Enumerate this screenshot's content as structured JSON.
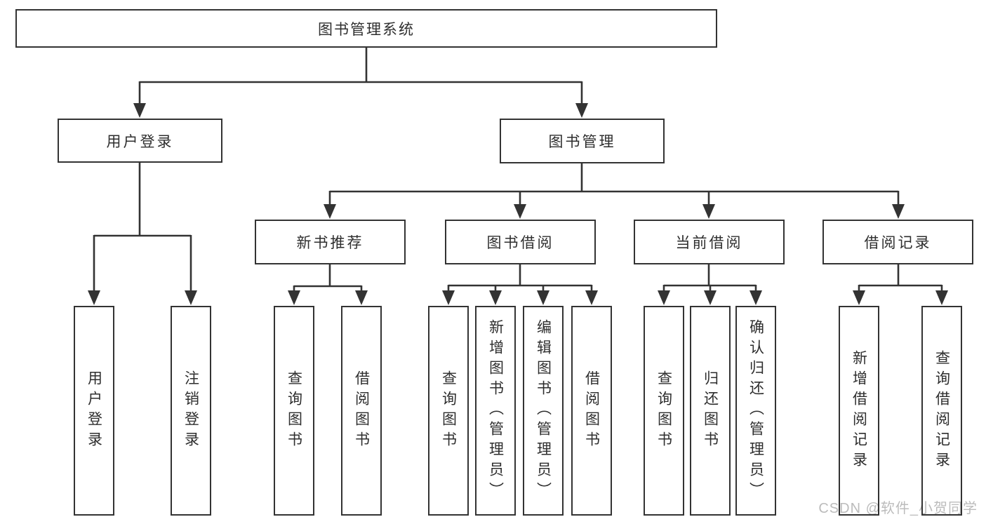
{
  "colors": {
    "background": "#ffffff",
    "line": "#333333",
    "text": "#2e2e2e",
    "watermark": "#bcbcbc"
  },
  "watermark": {
    "text": "CSDN @软件_小贺同学"
  },
  "nodes": {
    "root": {
      "label": "图书管理系统"
    },
    "user_login": {
      "label": "用户登录"
    },
    "book_management": {
      "label": "图书管理"
    },
    "new_book_recommend": {
      "label": "新书推荐"
    },
    "book_borrowing": {
      "label": "图书借阅"
    },
    "current_borrowing": {
      "label": "当前借阅"
    },
    "borrowing_records": {
      "label": "借阅记录"
    },
    "leaf_user_login": {
      "label": "用户登录"
    },
    "leaf_logout": {
      "label": "注销登录"
    },
    "recommend_query_book": {
      "label": "查询图书"
    },
    "recommend_borrow_book": {
      "label": "借阅图书"
    },
    "borrowing_query_book": {
      "label": "查询图书"
    },
    "borrowing_add_book": {
      "label": "新增图书（管理员）"
    },
    "borrowing_edit_book": {
      "label": "编辑图书（管理员）"
    },
    "borrowing_borrow_book": {
      "label": "借阅图书"
    },
    "current_query_book": {
      "label": "查询图书"
    },
    "current_return_book": {
      "label": "归还图书"
    },
    "current_confirm_return": {
      "label": "确认归还（管理员）"
    },
    "records_add_record": {
      "label": "新增借阅记录"
    },
    "records_query_record": {
      "label": "查询借阅记录"
    }
  },
  "edges": [
    {
      "from": "图书管理系统",
      "to": "用户登录"
    },
    {
      "from": "图书管理系统",
      "to": "图书管理"
    },
    {
      "from": "用户登录",
      "to": "用户登录"
    },
    {
      "from": "用户登录",
      "to": "注销登录"
    },
    {
      "from": "图书管理",
      "to": "新书推荐"
    },
    {
      "from": "图书管理",
      "to": "图书借阅"
    },
    {
      "from": "图书管理",
      "to": "当前借阅"
    },
    {
      "from": "图书管理",
      "to": "借阅记录"
    },
    {
      "from": "新书推荐",
      "to": "查询图书"
    },
    {
      "from": "新书推荐",
      "to": "借阅图书"
    },
    {
      "from": "图书借阅",
      "to": "查询图书"
    },
    {
      "from": "图书借阅",
      "to": "新增图书（管理员）"
    },
    {
      "from": "图书借阅",
      "to": "编辑图书（管理员）"
    },
    {
      "from": "图书借阅",
      "to": "借阅图书"
    },
    {
      "from": "当前借阅",
      "to": "查询图书"
    },
    {
      "from": "当前借阅",
      "to": "归还图书"
    },
    {
      "from": "当前借阅",
      "to": "确认归还（管理员）"
    },
    {
      "from": "借阅记录",
      "to": "新增借阅记录"
    },
    {
      "from": "借阅记录",
      "to": "查询借阅记录"
    }
  ]
}
